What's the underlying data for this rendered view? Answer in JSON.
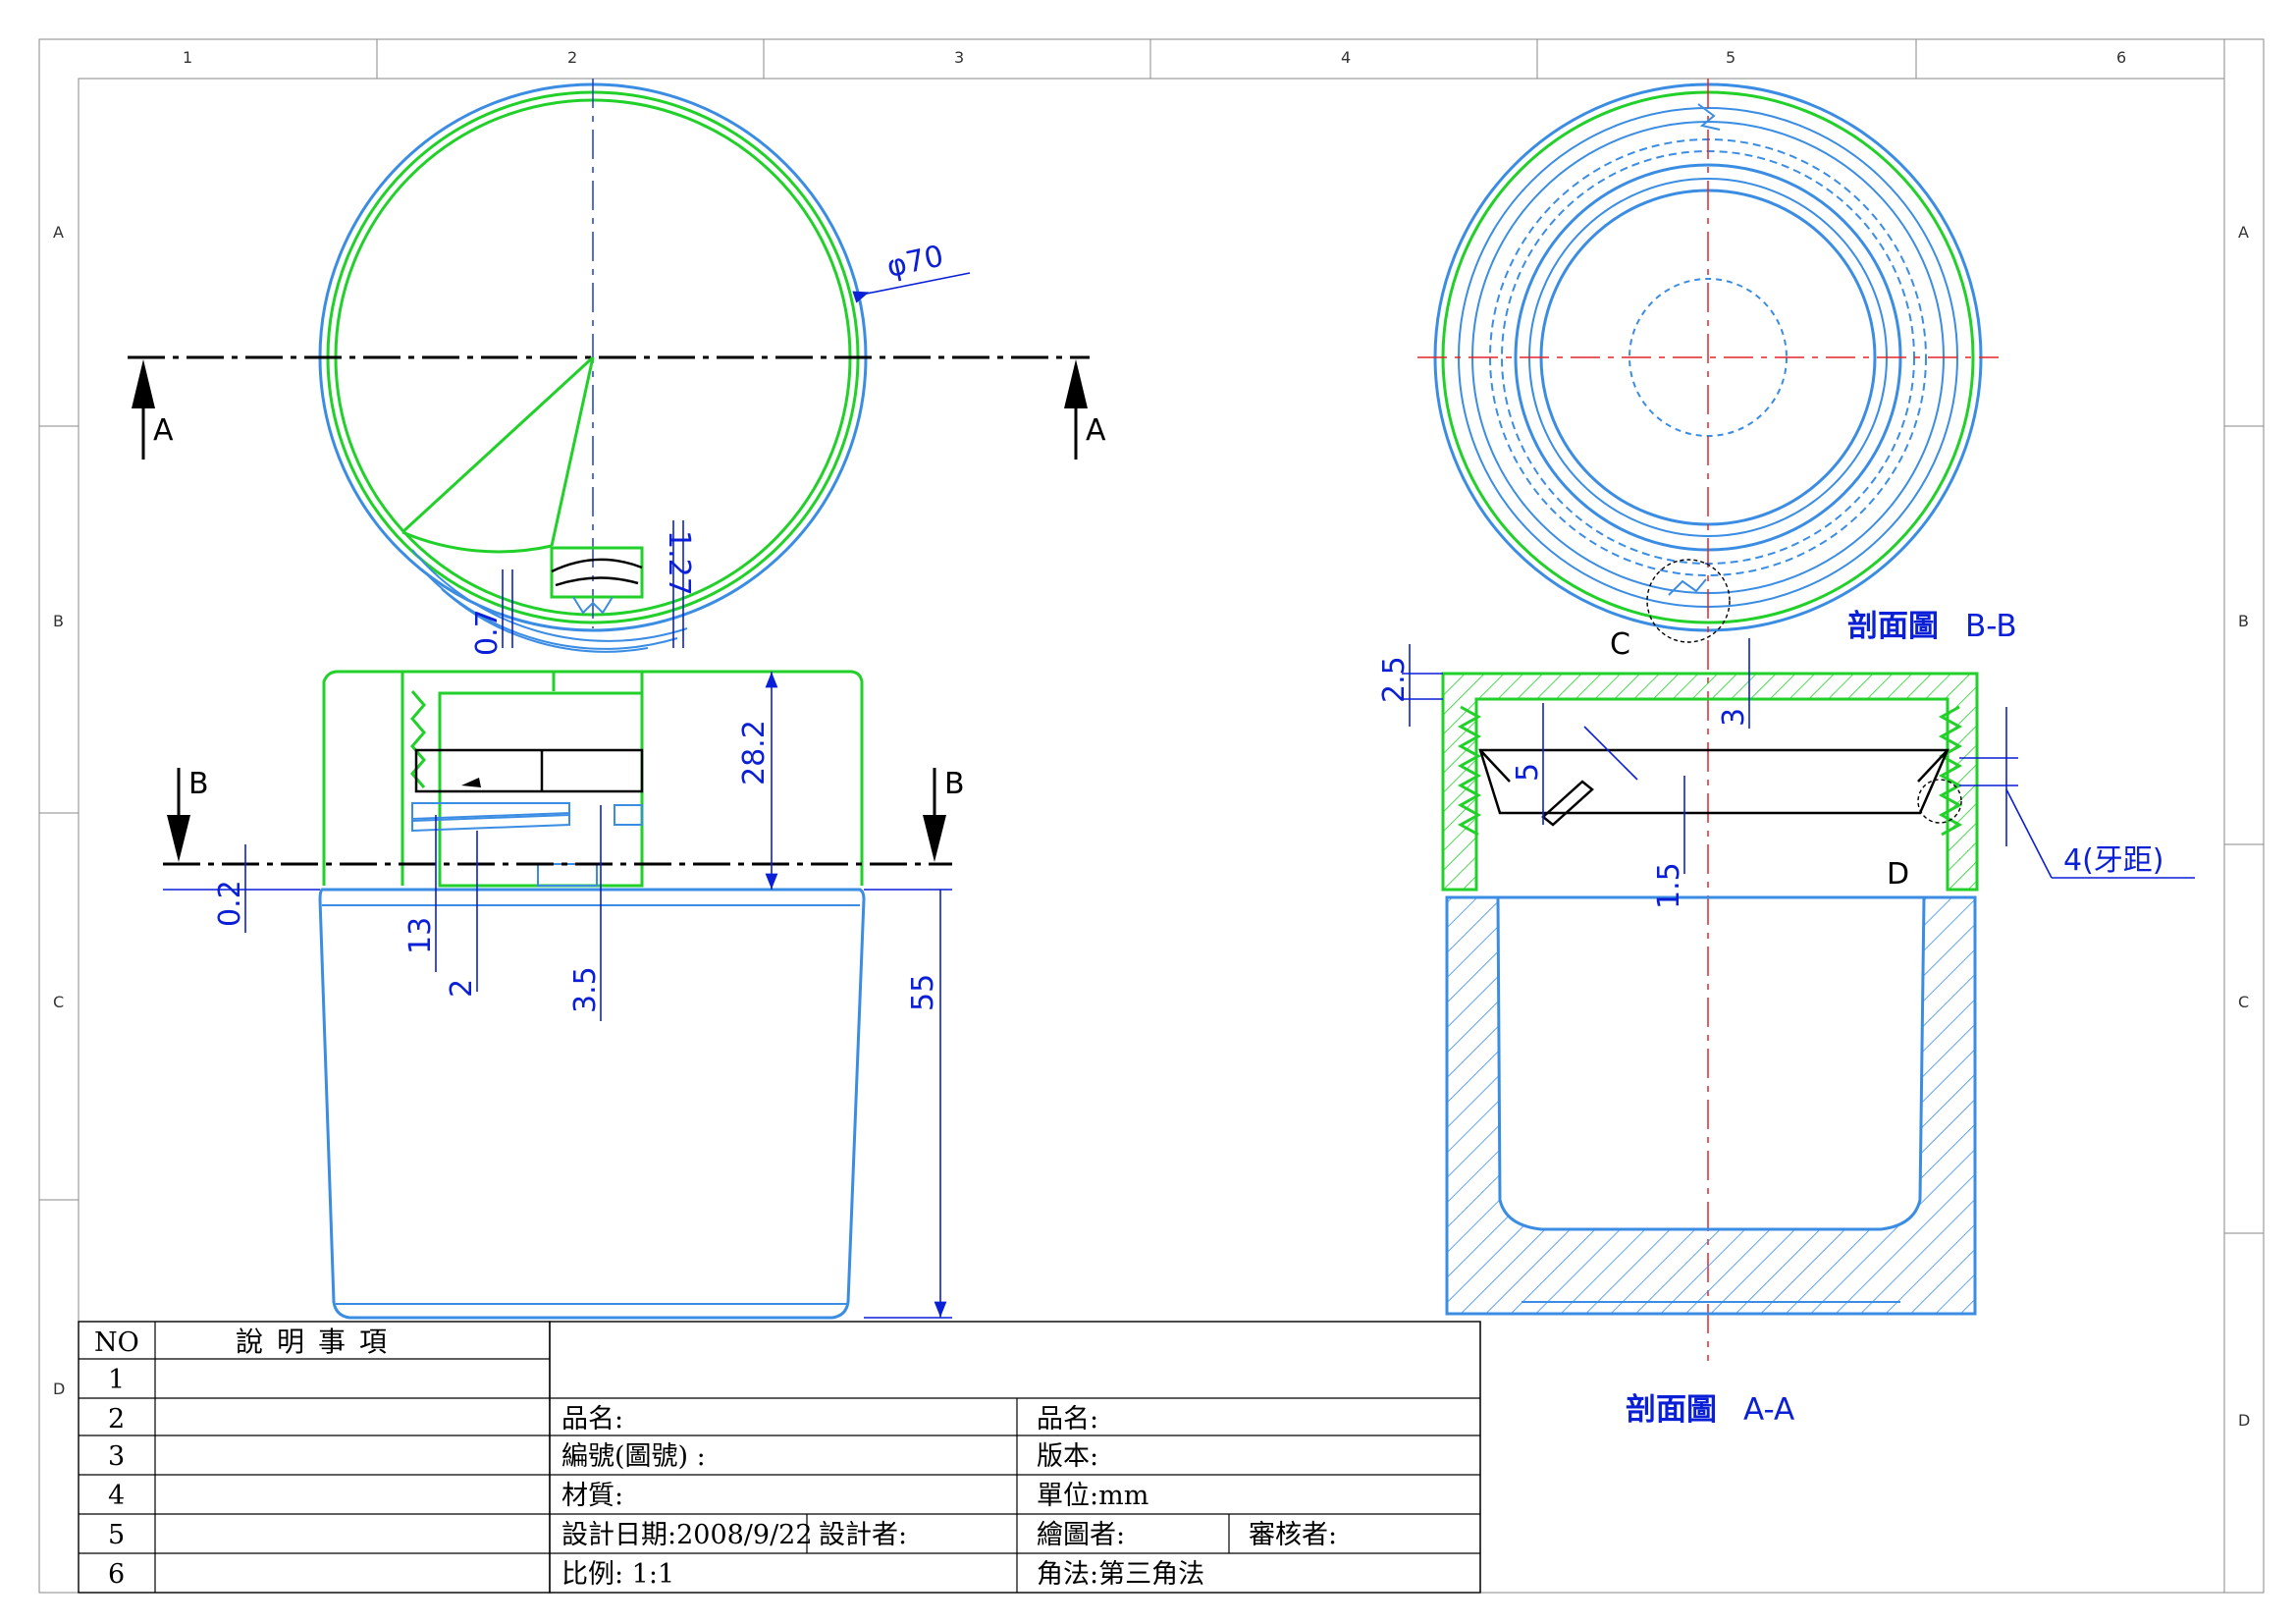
{
  "frame": {
    "columns": [
      "1",
      "2",
      "3",
      "4",
      "5",
      "6"
    ],
    "rows": [
      "A",
      "B",
      "C",
      "D"
    ]
  },
  "views": {
    "top_view": {
      "diameter_label": "φ70",
      "section_marker": "A",
      "dims": {
        "d1": "1.27",
        "d2": "0.7"
      }
    },
    "front_view": {
      "section_marker": "B",
      "dims": {
        "h_top": "28.2",
        "h_body": "55",
        "gap": "0.2",
        "d13": "13",
        "d2": "2",
        "d35": "3.5"
      }
    },
    "section_bb": {
      "title_bold": "剖面圖",
      "title_suffix": "B-B",
      "detail_label": "C"
    },
    "section_aa": {
      "title_bold": "剖面圖",
      "title_suffix": "A-A",
      "detail_label": "D",
      "dims": {
        "d25": "2.5",
        "d3": "3",
        "d5": "5",
        "d15": "1.5",
        "pitch": "4(牙距)"
      }
    }
  },
  "notes_table": {
    "header_no": "NO",
    "header_desc": "說明事項",
    "rows": [
      "1",
      "2",
      "3",
      "4",
      "5",
      "6"
    ]
  },
  "title_block": {
    "product_name_1": "品名:",
    "product_name_2": "品名:",
    "drawing_no": "編號(圖號) :",
    "version": "版本:",
    "material": "材質:",
    "unit": "單位:mm",
    "design_date": "設計日期:2008/9/22",
    "designer": "設計者:",
    "drafter": "繪圖者:",
    "reviewer": "審核者:",
    "scale": "比例: 1:1",
    "projection": "角法:第三角法"
  },
  "colors": {
    "part_body": "#3b8de3",
    "part_cap": "#22d02a",
    "dimension": "#0a1fd6",
    "centerline": "#e0262a"
  }
}
